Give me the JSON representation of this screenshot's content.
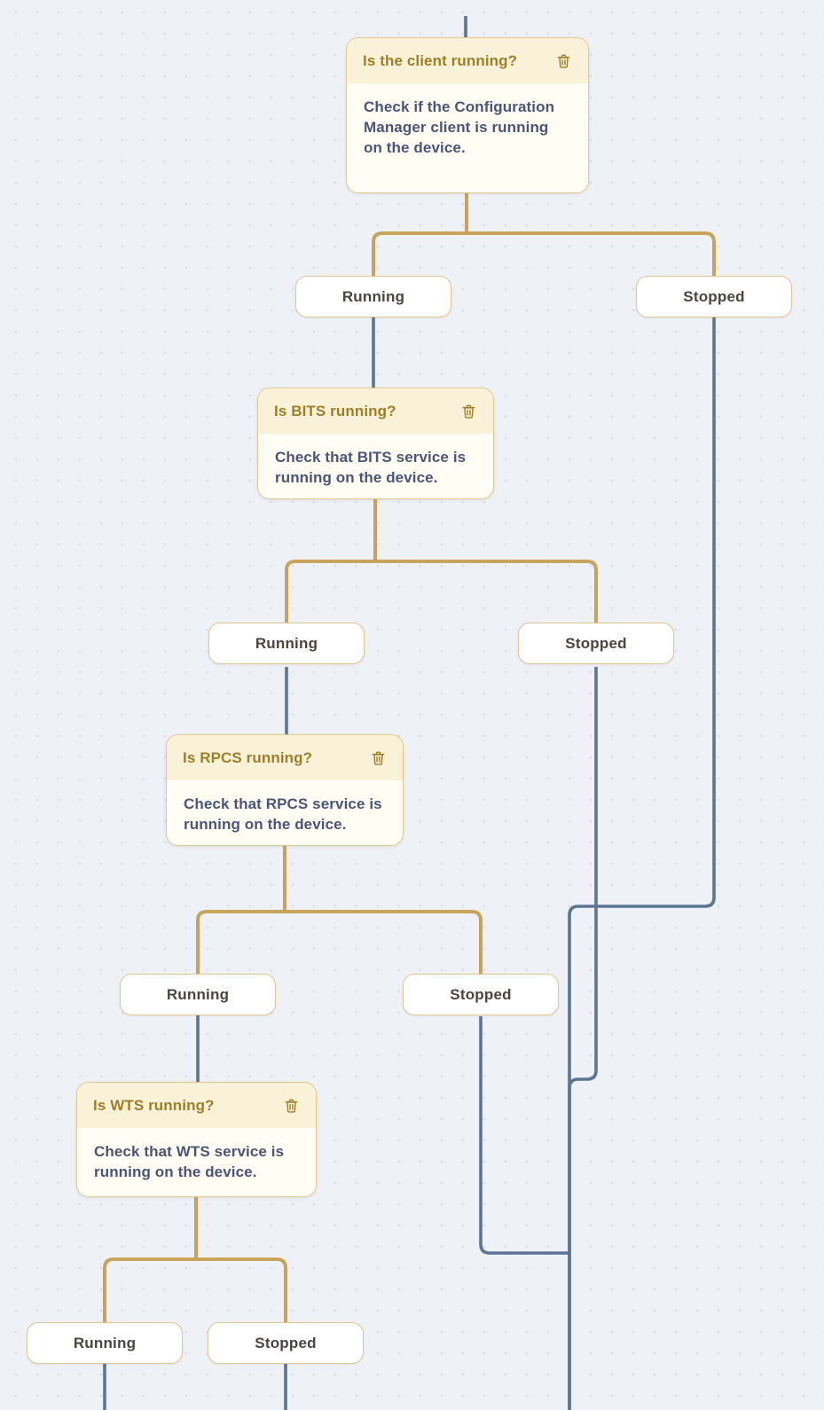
{
  "diagram": {
    "type": "decision-tree",
    "nodes": [
      {
        "id": "client",
        "title": "Is the client running?",
        "description": "Check if the Configuration Manager client is running on the device.",
        "delete_icon": "trash-icon"
      },
      {
        "id": "bits",
        "title": "Is BITS running?",
        "description": "Check that BITS service is running on the device.",
        "delete_icon": "trash-icon"
      },
      {
        "id": "rpcs",
        "title": "Is RPCS running?",
        "description": "Check that RPCS service is running on the device.",
        "delete_icon": "trash-icon"
      },
      {
        "id": "wts",
        "title": "Is WTS running?",
        "description": "Check that WTS service is running on the device.",
        "delete_icon": "trash-icon"
      }
    ],
    "branch_rows": [
      {
        "running": "Running",
        "stopped": "Stopped"
      },
      {
        "running": "Running",
        "stopped": "Stopped"
      },
      {
        "running": "Running",
        "stopped": "Stopped"
      },
      {
        "running": "Running",
        "stopped": "Stopped"
      }
    ]
  },
  "colors": {
    "canvas_bg": "#eef1f6",
    "dot_grid": "#d9dde5",
    "gold_connector": "#c9a35a",
    "blue_connector": "#5d7494",
    "card_border": "#e3c98f",
    "card_header_bg": "#faf2d8",
    "card_body_bg": "#fffdf4",
    "title_text": "#9e7e26",
    "body_text": "#4a5578",
    "pill_text": "#4a463f"
  }
}
